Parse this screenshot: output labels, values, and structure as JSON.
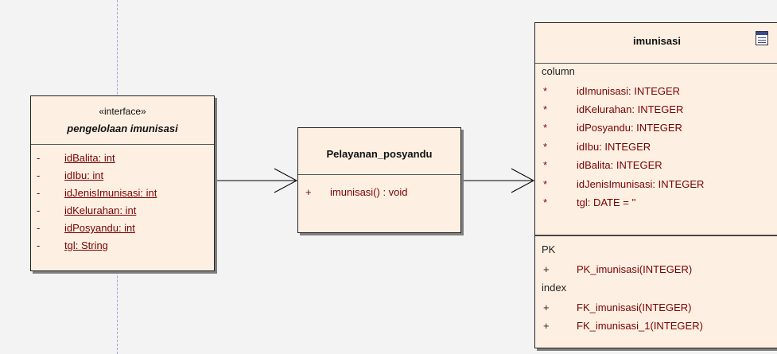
{
  "interface": {
    "stereotype": "«interface»",
    "name": "pengelolaan imunisasi",
    "attributes": [
      {
        "marker": "-",
        "text": "idBalita:  int"
      },
      {
        "marker": "-",
        "text": "idIbu:  int"
      },
      {
        "marker": "-",
        "text": "idJenisImunisasi:  int"
      },
      {
        "marker": "-",
        "text": "idKelurahan:  int"
      },
      {
        "marker": "-",
        "text": "idPosyandu:  int"
      },
      {
        "marker": "-",
        "text": "tgl:  String"
      }
    ]
  },
  "class": {
    "name": "Pelayanan_posyandu",
    "operations": [
      {
        "marker": "+",
        "text": "imunisasi() : void"
      }
    ]
  },
  "table": {
    "name": "imunisasi",
    "icon": "table-icon",
    "column_label": "column",
    "columns": [
      {
        "marker": "*",
        "text": "idImunisasi:  INTEGER"
      },
      {
        "marker": "*",
        "text": "idKelurahan:  INTEGER"
      },
      {
        "marker": "*",
        "text": "idPosyandu:  INTEGER"
      },
      {
        "marker": "*",
        "text": "idIbu:  INTEGER"
      },
      {
        "marker": "*",
        "text": "idBalita:  INTEGER"
      },
      {
        "marker": "*",
        "text": "idJenisImunisasi:  INTEGER"
      },
      {
        "marker": "*",
        "text": "tgl:  DATE = ''"
      }
    ],
    "pk_label": "PK",
    "pk": [
      {
        "marker": "+",
        "text": "PK_imunisasi(INTEGER)"
      }
    ],
    "index_label": "index",
    "indexes": [
      {
        "marker": "+",
        "text": "FK_imunisasi(INTEGER)"
      },
      {
        "marker": "+",
        "text": "FK_imunisasi_1(INTEGER)"
      }
    ]
  },
  "colors": {
    "box_fill": "#fdf0e3",
    "member_text": "#7a0000",
    "lifeline": "#9aa6d6"
  }
}
